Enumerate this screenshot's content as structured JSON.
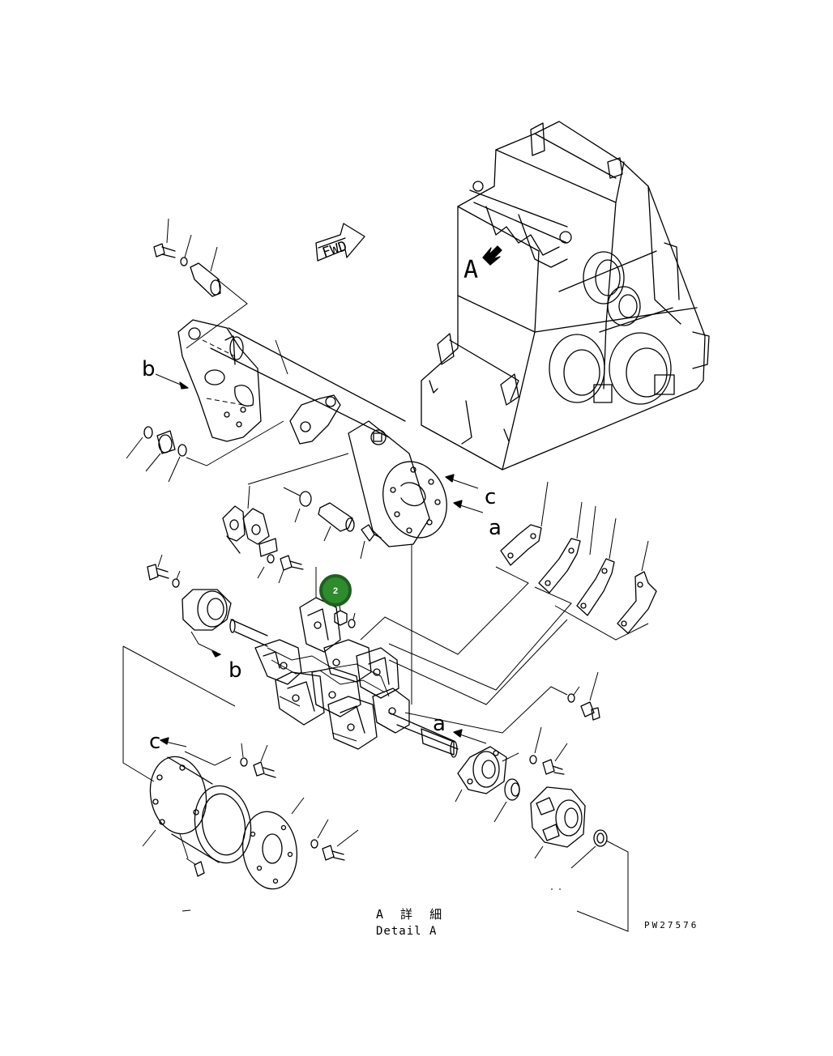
{
  "diagram": {
    "fwd_label": "FWD",
    "view_label_main": "A",
    "detail_title_ja": "A 詳 細",
    "detail_title_en": "Detail A",
    "drawing_code": "PW27576",
    "ref_b_upper": "b",
    "ref_c_upper": "c",
    "ref_a_upper": "a",
    "ref_b_lower": "b",
    "ref_c_lower": "c",
    "ref_a_lower": "a",
    "callout_2_number": "2",
    "callout_color": "#2e8b2e",
    "callout_ring_color": "#1f5f1f"
  }
}
